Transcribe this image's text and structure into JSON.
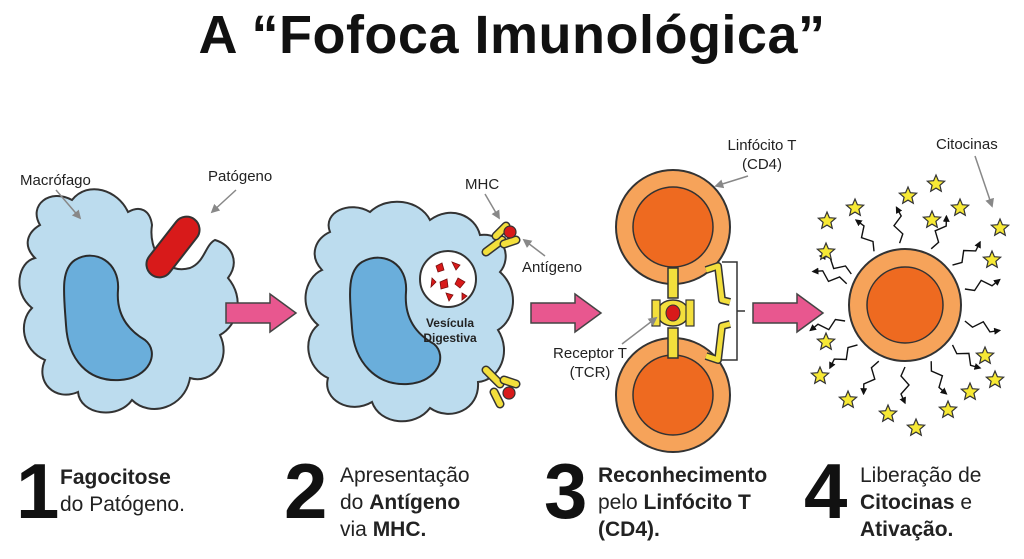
{
  "title": "A “Fofoca Imunológica”",
  "labels": {
    "macrofago": "Macrófago",
    "patogeno": "Patógeno",
    "mhc": "MHC",
    "antigeno": "Antígeno",
    "vesicula_1": "Vesícula",
    "vesicula_2": "Digestiva",
    "linfocito_1": "Linfócito T",
    "linfocito_2": "(CD4)",
    "receptor_1": "Receptor T",
    "receptor_2": "(TCR)",
    "citocinas": "Citocinas"
  },
  "steps": [
    {
      "number": "1",
      "l1a": "",
      "l1b": "Fagocitose",
      "l2a": "do Patógeno.",
      "l2b": "",
      "l3a": "",
      "l3b": ""
    },
    {
      "number": "2",
      "l1a": "Apresentação",
      "l1b": "",
      "l2a": "do ",
      "l2b": "Antígeno",
      "l3a": "via ",
      "l3b": "MHC."
    },
    {
      "number": "3",
      "l1a": "",
      "l1b": "Reconhecimento",
      "l2a": "pelo ",
      "l2b": "Linfócito T",
      "l3a": "",
      "l3b": "(CD4)."
    },
    {
      "number": "4",
      "l1a": "Liberação de",
      "l1b": "",
      "l2a": "",
      "l2b": "Citocinas",
      "l2c": " e",
      "l3a": "",
      "l3b": "Ativação."
    }
  ],
  "colors": {
    "cell_fill": "#bcdcee",
    "nucleus_fill": "#6aaedb",
    "pathogen": "#d81a1a",
    "arrow": "#e8578f",
    "lymph_outer": "#f6a35a",
    "lymph_inner": "#ee6a20",
    "receptor": "#f3df3c",
    "star": "#f7e935"
  }
}
